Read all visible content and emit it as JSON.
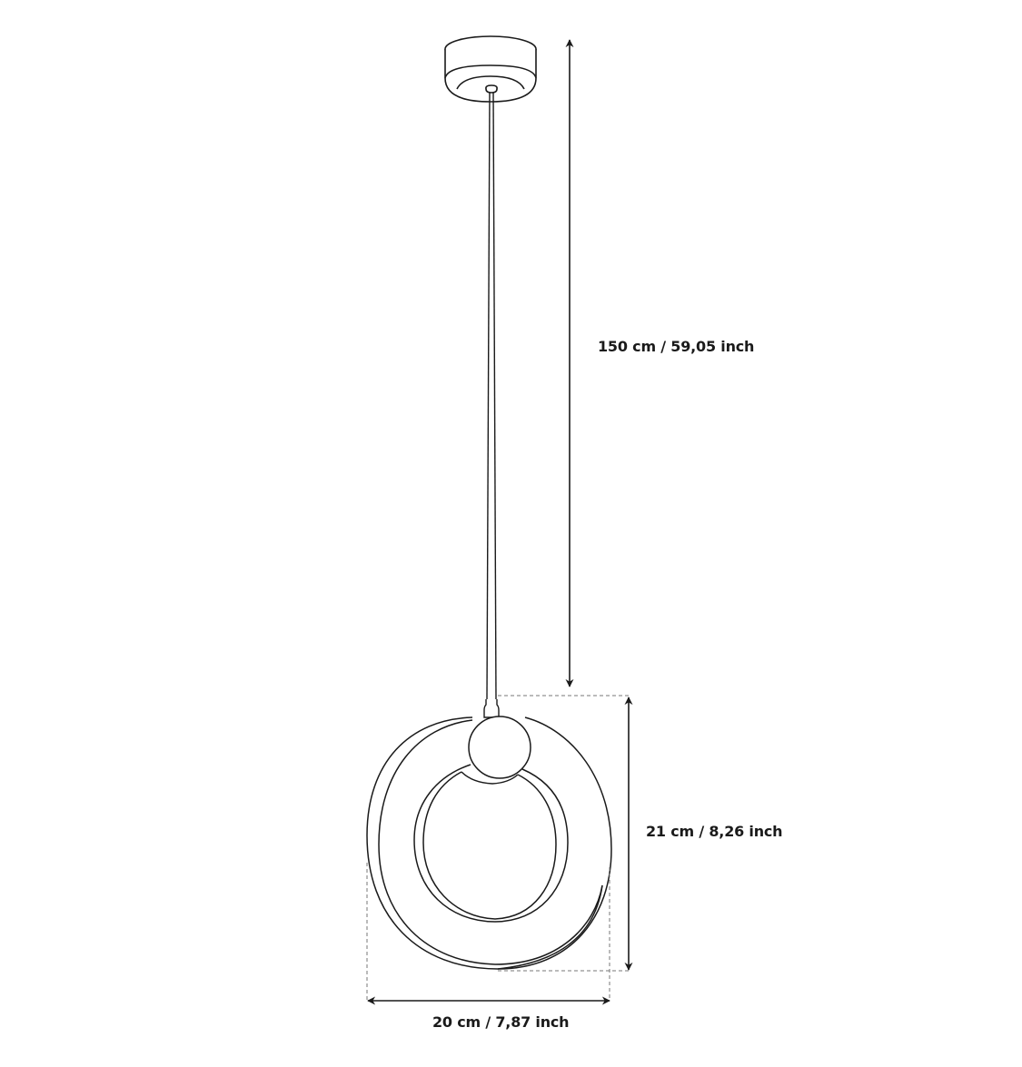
{
  "diagram": {
    "subject": "pendant lamp technical dimension drawing",
    "colors": {
      "line": "#1a1a1a",
      "dashed": "#777777",
      "background": "#ffffff"
    },
    "parts": [
      "ceiling-canopy",
      "suspension-cable",
      "cable-connector",
      "globe-bulb",
      "outer-ring-shade",
      "inner-ring"
    ],
    "dimensions": {
      "total_drop": {
        "label": "150 cm / 59,05 inch",
        "value_cm": 150,
        "value_inch": "59,05",
        "orientation": "vertical"
      },
      "shade_height": {
        "label": "21 cm / 8,26 inch",
        "value_cm": 21,
        "value_inch": "8,26",
        "orientation": "vertical"
      },
      "shade_width": {
        "label": "20 cm / 7,87 inch",
        "value_cm": 20,
        "value_inch": "7,87",
        "orientation": "horizontal"
      }
    }
  }
}
